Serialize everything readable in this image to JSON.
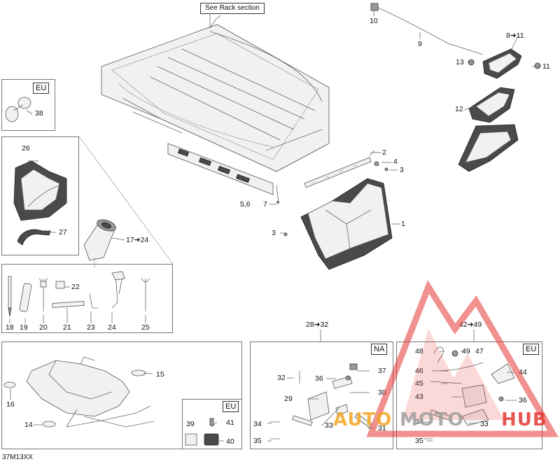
{
  "callout_rack": "See Rack section",
  "footer_code": "37M13XX",
  "region_tags": {
    "eu_mirror": "EU",
    "na_panel": "NA",
    "eu_panel": "EU",
    "eu_small": "EU"
  },
  "watermark": {
    "left": "AUTO",
    "middle": "MOTO",
    "right": "HUB",
    "colors": {
      "orange": "#f5a623",
      "grey": "#9e9e9e",
      "red": "#e53935"
    }
  },
  "labels": {
    "l1": "1",
    "l2": "2",
    "l3a": "3",
    "l3b": "3",
    "l4": "4",
    "l56": "5,6",
    "l7": "7",
    "l811": "8➔11",
    "l9": "9",
    "l10": "10",
    "l11": "11",
    "l12": "12",
    "l13": "13",
    "l1724": "17➔24",
    "l26": "26",
    "l27": "27",
    "l38": "38",
    "l18": "18",
    "l19": "19",
    "l20": "20",
    "l21": "21",
    "l22": "22",
    "l23": "23",
    "l24": "24",
    "l25": "25",
    "l14": "14",
    "l15": "15",
    "l16": "16",
    "l39": "39",
    "l40": "40",
    "l41": "41",
    "l2832": "28➔32",
    "l29": "29",
    "l30": "30",
    "l31": "31",
    "l32": "32",
    "l33a": "33",
    "l34a": "34",
    "l35a": "35",
    "l36a": "36",
    "l37": "37",
    "l4249": "42➔49",
    "l43": "43",
    "l44": "44",
    "l45": "45",
    "l46": "46",
    "l47": "47",
    "l48": "48",
    "l49": "49",
    "l33b": "33",
    "l34b": "34",
    "l35b": "35",
    "l36b": "36"
  }
}
